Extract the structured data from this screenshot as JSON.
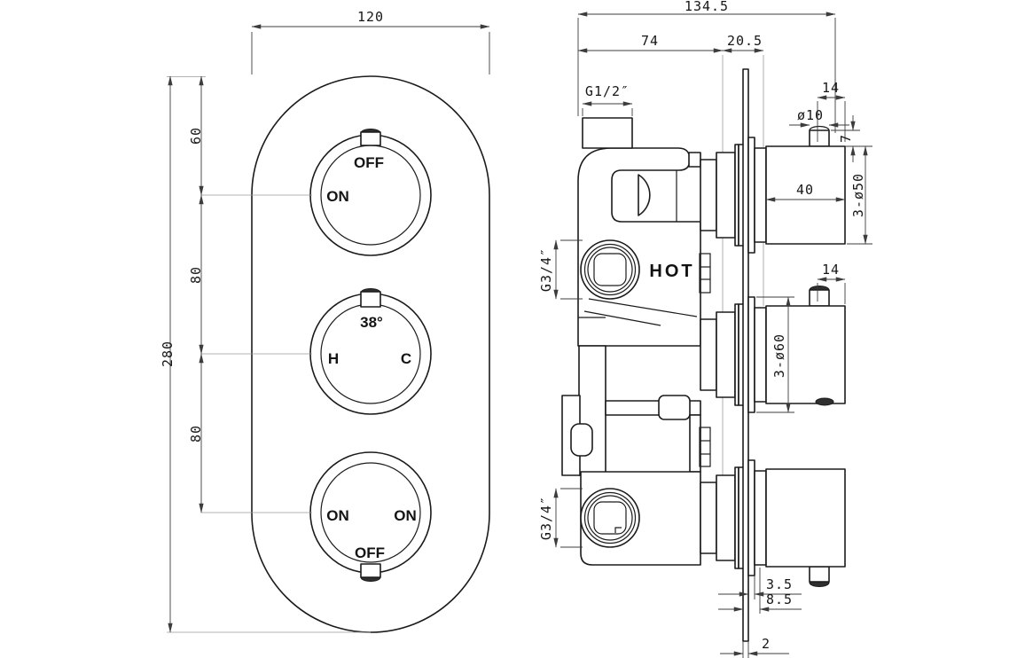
{
  "drawing": {
    "type": "engineering-drawing",
    "subject": "triple thermostatic concealed shower valve",
    "front_view": {
      "dims": {
        "plate_width": "120",
        "plate_height": "280",
        "top_dial_offset": "60",
        "dial_spacing_1": "80",
        "dial_spacing_2": "80"
      },
      "dial_top": {
        "top_label": "OFF",
        "left_label": "ON"
      },
      "dial_mid": {
        "top_label": "38°",
        "left_label": "H",
        "right_label": "C"
      },
      "dial_bottom": {
        "left_label": "ON",
        "right_label": "ON",
        "bottom_label": "OFF"
      }
    },
    "side_view": {
      "dims": {
        "total_depth": "134.5",
        "body_depth": "74",
        "plate_to_knob": "20.5",
        "inlet_thread": "G1/2″",
        "outlet_thread_top": "G3/4″",
        "outlet_thread_bottom": "G3/4″",
        "stub_offset_top": "14",
        "stub_diameter": "ø10",
        "stub_height": "7",
        "knob_depth": "40",
        "knob_diameter": "3-ø50",
        "stub_offset_mid": "14",
        "flange_diameter": "3-ø60",
        "plate_gap_1": "3.5",
        "plate_gap_2": "8.5",
        "plate_thickness": "2"
      },
      "labels": {
        "hot_port": "HOT"
      }
    },
    "colors": {
      "object_line": "#1b1b1b",
      "dimension_line": "#3c3c3c",
      "construction_line": "#9a9a9a",
      "background": "#ffffff",
      "dark_fill": "#2f2f2f"
    }
  }
}
